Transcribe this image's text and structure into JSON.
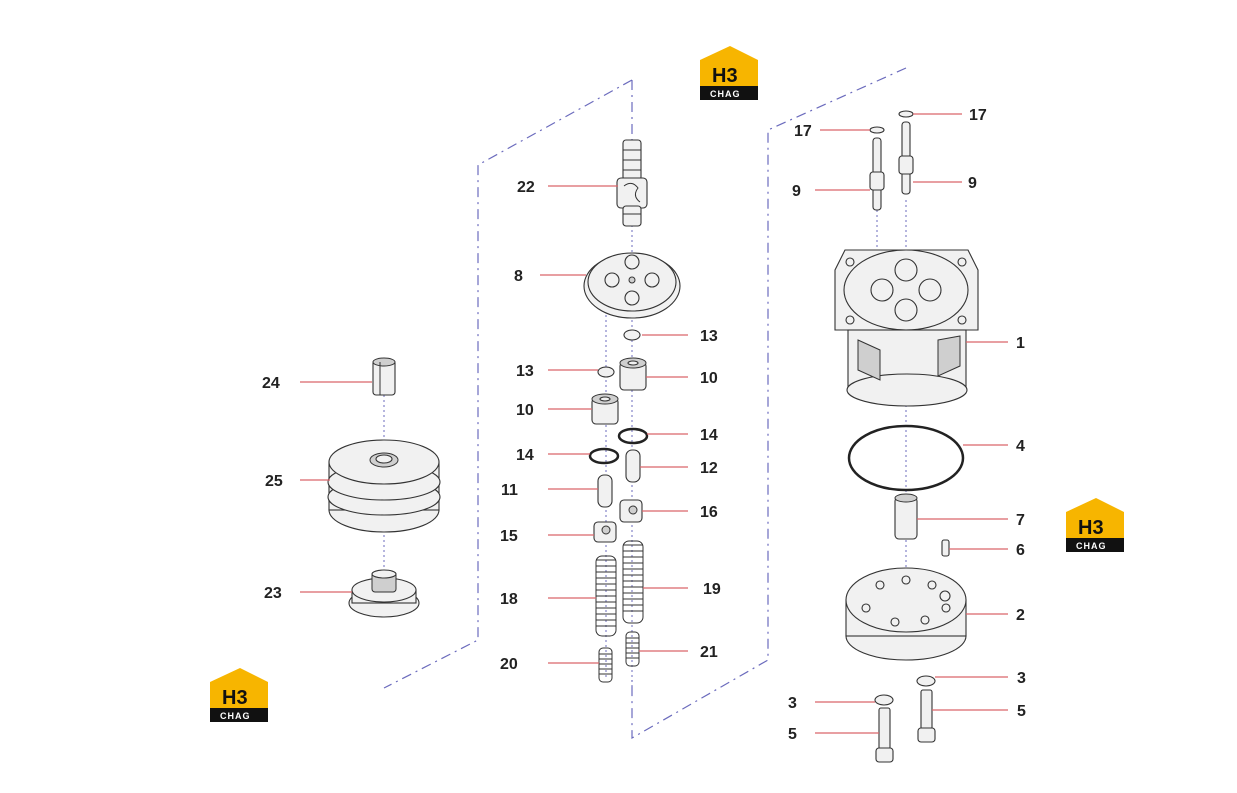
{
  "logo": {
    "mark": "H3",
    "sub": "CHAG"
  },
  "parts": {
    "p1": "1",
    "p2": "2",
    "p3a": "3",
    "p3b": "3",
    "p4": "4",
    "p5a": "5",
    "p5b": "5",
    "p6": "6",
    "p7": "7",
    "p8": "8",
    "p9a": "9",
    "p9b": "9",
    "p10a": "10",
    "p10b": "10",
    "p11": "11",
    "p12": "12",
    "p13a": "13",
    "p13b": "13",
    "p14a": "14",
    "p14b": "14",
    "p15": "15",
    "p16": "16",
    "p17a": "17",
    "p17b": "17",
    "p18": "18",
    "p19": "19",
    "p20": "20",
    "p21": "21",
    "p22": "22",
    "p23": "23",
    "p24": "24",
    "p25": "25"
  },
  "colors": {
    "leader": "#d9666b",
    "dash": "#6b6bbd",
    "logo": "#f7b500"
  }
}
